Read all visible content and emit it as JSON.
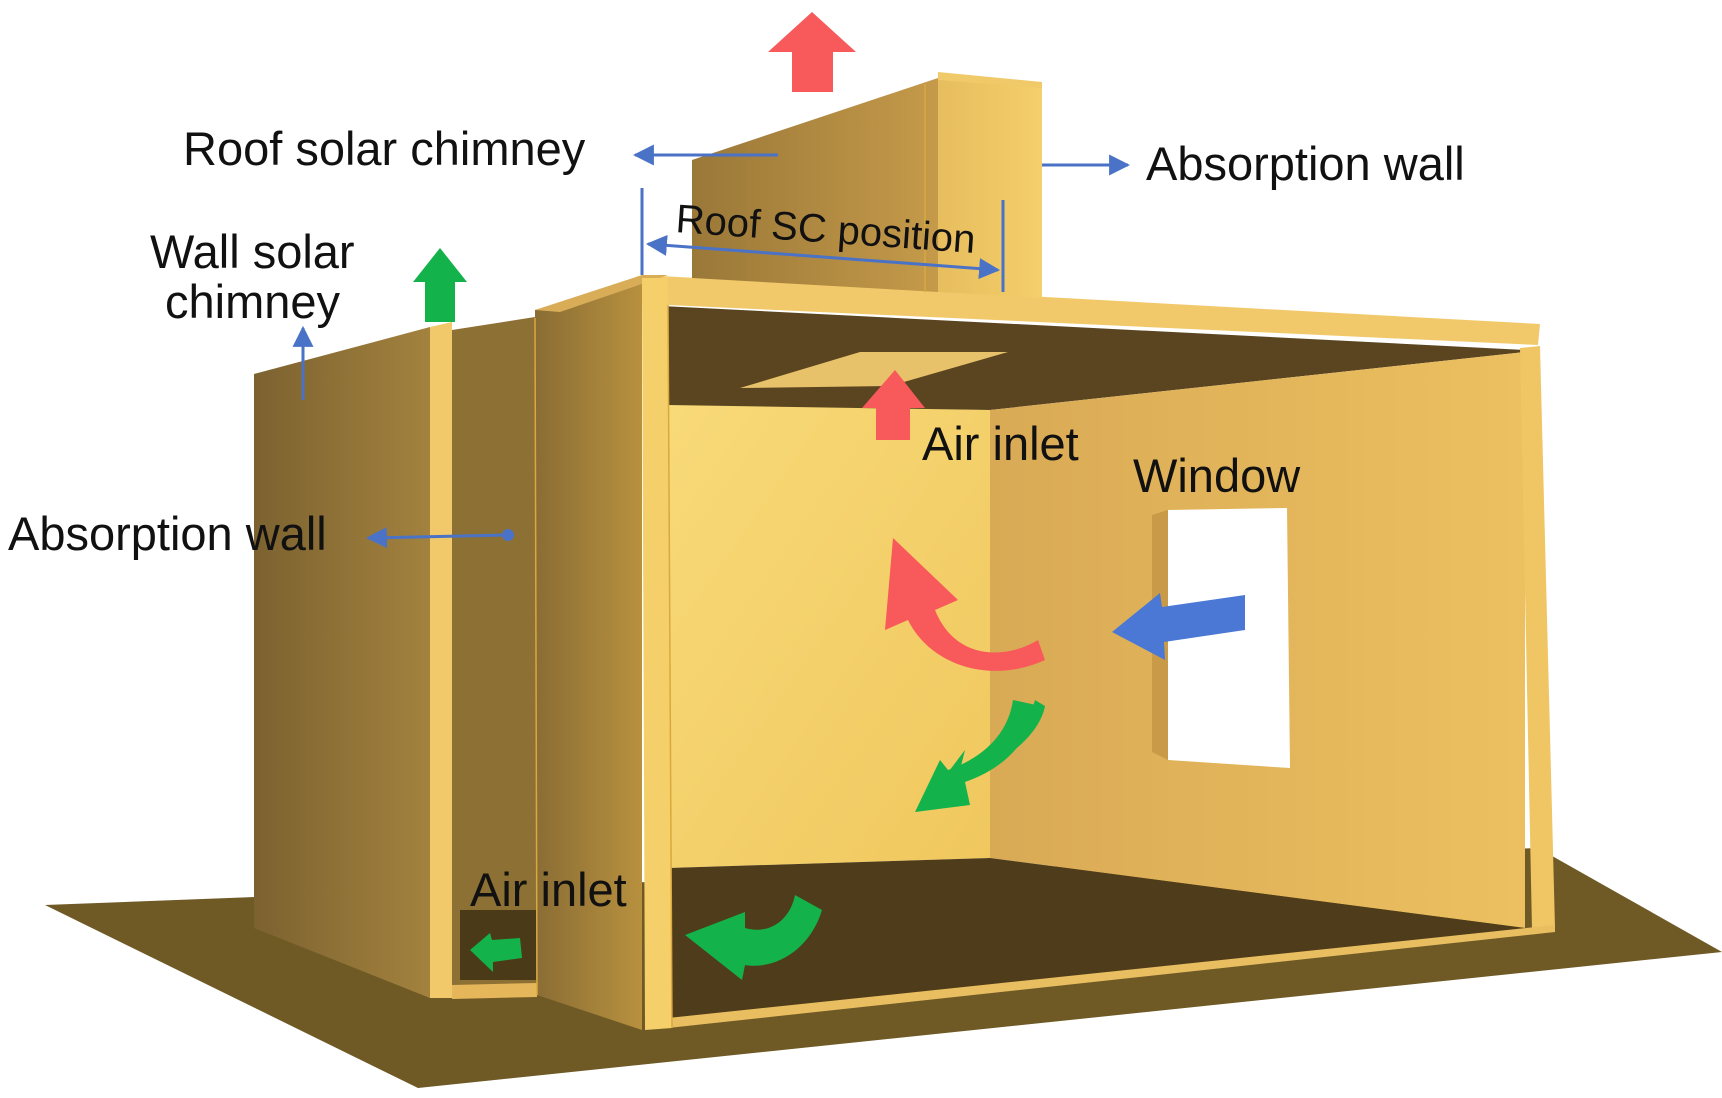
{
  "labels": {
    "roof_solar_chimney": "Roof solar chimney",
    "absorption_wall_roof": "Absorption  wall",
    "wall_solar_chimney_line1": "Wall solar",
    "wall_solar_chimney_line2": "chimney",
    "absorption_wall_side": "Absorption  wall",
    "roof_sc_position": "Roof SC position",
    "air_inlet_ceiling": "Air inlet",
    "window": "Window",
    "air_inlet_floor": "Air inlet"
  },
  "colors": {
    "hot_air": "#f8595a",
    "cool_air": "#14b24a",
    "outdoor_air": "#4a78d4",
    "pointer": "#4a72c6",
    "wall_light": "#f5d26a",
    "wall_mid": "#e3b458",
    "wall_dark": "#9a7a3a",
    "ground": "#6f5a26",
    "ceiling": "#5a4520",
    "floor": "#4f3c1a"
  },
  "icons": {
    "up_flow": "arrow-up-icon",
    "curved_flow": "curved-arrow-icon",
    "inflow": "arrow-left-icon"
  }
}
